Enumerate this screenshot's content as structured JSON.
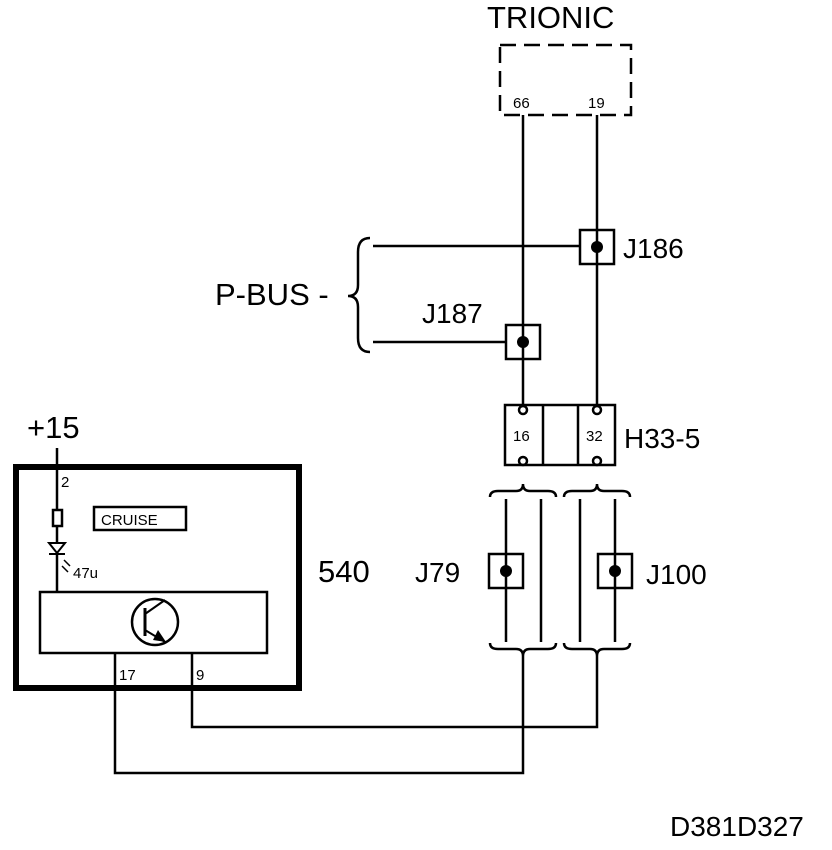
{
  "trionic": {
    "title": "TRIONIC",
    "pin_a": "66",
    "pin_b": "19"
  },
  "pbus": {
    "label": "P-BUS -"
  },
  "splices": {
    "j186": "J186",
    "j187": "J187",
    "j79": "J79",
    "j100": "J100"
  },
  "connector": {
    "name": "H33-5",
    "pin_a": "16",
    "pin_b": "32"
  },
  "module": {
    "number": "540",
    "supply": "+15",
    "supply_pin": "2",
    "led_label": "CRUISE",
    "led_code": "47u",
    "pin_a": "17",
    "pin_b": "9"
  },
  "drawing_id": "D381D327",
  "colors": {
    "line": "#000000",
    "background": "#ffffff"
  }
}
